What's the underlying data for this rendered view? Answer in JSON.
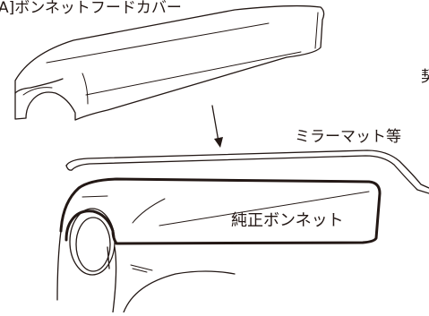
{
  "labels": {
    "cover_title": "A]ボンネットフードカバー",
    "mirror_mat": "ミラーマット等",
    "stock_bonnet": "純正ボンネット",
    "edge_fragment": "契"
  },
  "colors": {
    "ink": "#231815",
    "background": "#ffffff"
  }
}
